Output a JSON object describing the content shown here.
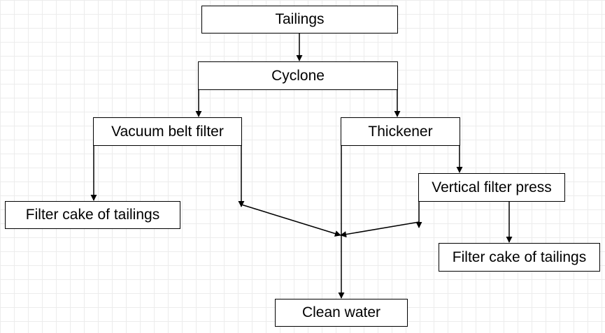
{
  "nodes": {
    "tailings": "Tailings",
    "cyclone": "Cyclone",
    "vacuum_belt_filter": "Vacuum belt filter",
    "thickener": "Thickener",
    "filter_cake_left": "Filter cake of tailings",
    "vertical_filter_press": "Vertical filter press",
    "filter_cake_right": "Filter cake of tailings",
    "clean_water": "Clean water"
  },
  "colors": {
    "line": "#000000",
    "grid": "#ececec",
    "background": "#ffffff"
  }
}
